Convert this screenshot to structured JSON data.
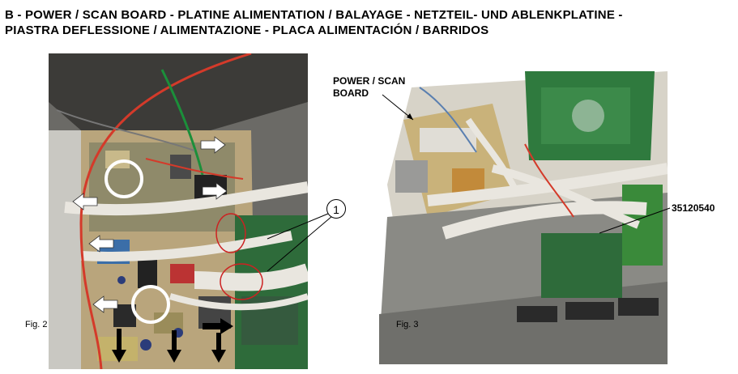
{
  "header": {
    "line1": "B - POWER / SCAN BOARD - PLATINE ALIMENTATION / BALAYAGE - NETZTEIL- UND ABLENKPLATINE -",
    "line2": "PIASTRA DEFLESSIONE / ALIMENTAZIONE - PLACA ALIMENTACIÓN / BARRIDOS"
  },
  "figures": {
    "fig2": {
      "caption": "Fig. 2",
      "callout_number": "1"
    },
    "fig3": {
      "caption": "Fig. 3",
      "board_label": "POWER / SCAN BOARD",
      "part_number": "35120540"
    }
  },
  "colors": {
    "board_green": "#2e6b3a",
    "cable_white": "#e9e6df",
    "wire_red": "#d43a2a",
    "chassis_grey": "#8a8a85",
    "arrow_white": "#ffffff",
    "arrow_black": "#000000",
    "mark_red": "#cc2222"
  },
  "icons": {
    "arrow_white": "arrow-white-icon",
    "arrow_black": "arrow-black-icon",
    "white_circle": "circle-marker-icon"
  }
}
